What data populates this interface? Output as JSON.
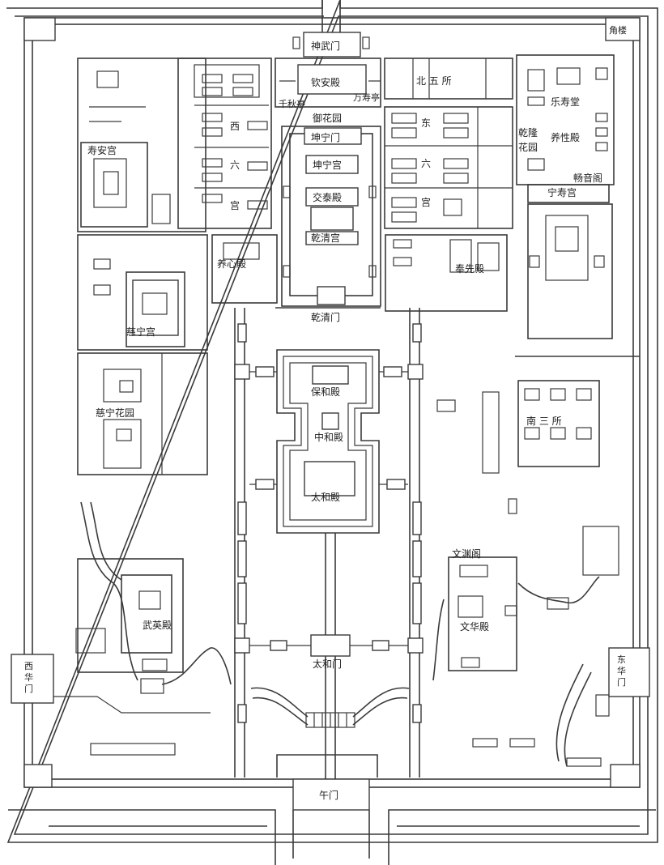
{
  "map": {
    "labels": {
      "shenwu_gate": "神武门",
      "jiaolou": "角楼",
      "qinan_hall": "钦安殿",
      "qianqiu_pavilion": "千秋亭",
      "wanchun_pavilion": "万寿亭",
      "imperial_garden": "御花园",
      "north_five": "北 五 所",
      "xi_east": "东",
      "xi_six_east": "六",
      "xi_palace_east": "宫",
      "west": "西",
      "six_west": "六",
      "palace_west": "宫",
      "shouan_palace": "寿安宫",
      "leshou_hall": "乐寿堂",
      "qianlong_garden": "乾隆花园",
      "yangxing_hall": "养性殿",
      "changyin_pavilion": "畅音阁",
      "ningshou_palace": "宁寿宫",
      "kunning_gate": "坤宁门",
      "kunning_palace": "坤宁宫",
      "jiaotai_hall": "交泰殿",
      "qianqing_palace": "乾清宫",
      "yangxin_hall": "养心殿",
      "fengxian_hall": "奉先殿",
      "cining_palace": "慈宁宫",
      "qianqing_gate": "乾清门",
      "baohe_hall": "保和殿",
      "zhonghe_hall": "中和殿",
      "taihe_hall": "太和殿",
      "cining_garden": "慈宁花园",
      "south_three": "南 三 所",
      "wenyuan_pavilion": "文渊阁",
      "wuying_hall": "武英殿",
      "wenhua_hall": "文华殿",
      "taihe_gate": "太和门",
      "xihua_gate": "西华门",
      "donghua_gate": "东华门",
      "wu_gate": "午门"
    }
  }
}
